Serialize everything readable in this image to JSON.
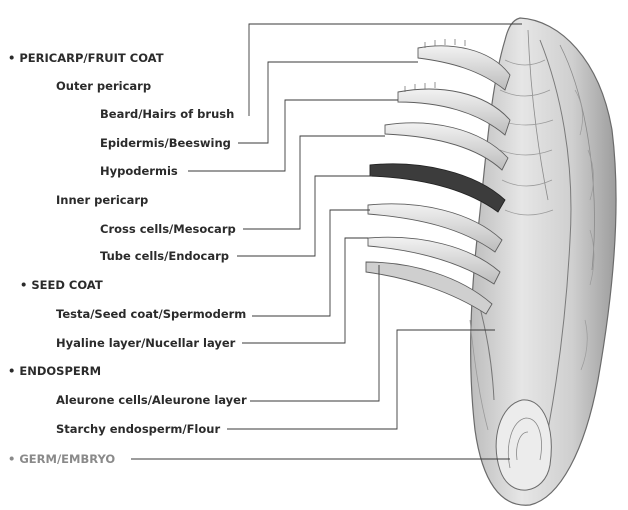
{
  "sections": {
    "pericarp": "PERICARP/FRUIT COAT",
    "seed_coat": "SEED COAT",
    "endosperm": "ENDOSPERM",
    "germ": "GERM/EMBRYO"
  },
  "subsections": {
    "outer_pericarp": "Outer pericarp",
    "inner_pericarp": "Inner pericarp"
  },
  "layers": {
    "beard": "Beard/Hairs of brush",
    "epidermis": "Epidermis/Beeswing",
    "hypodermis": "Hypodermis",
    "cross_cells": "Cross cells/Mesocarp",
    "tube_cells": "Tube cells/Endocarp",
    "testa": "Testa/Seed coat/Spermoderm",
    "hyaline": "Hyaline layer/Nucellar layer",
    "aleurone": "Aleurone cells/Aleurone layer",
    "starchy": "Starchy endosperm/Flour"
  },
  "colors": {
    "text_dark": "#2b2b2b",
    "text_gray": "#8a8a8a",
    "leader_line": "#3a3a3a",
    "grain_fill": "#d9d9d9",
    "grain_stroke": "#6b6b6b"
  }
}
